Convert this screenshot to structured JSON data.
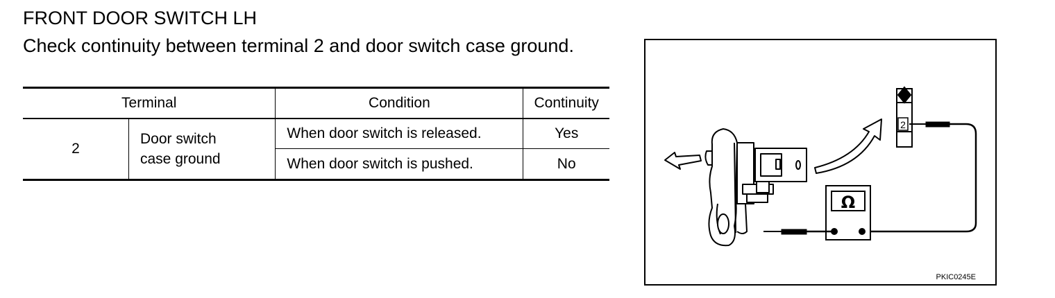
{
  "heading": {
    "title": "FRONT DOOR SWITCH LH",
    "instruction": "Check continuity between terminal 2 and door switch case ground."
  },
  "table": {
    "headers": {
      "terminal": "Terminal",
      "condition": "Condition",
      "continuity": "Continuity"
    },
    "terminal_number": "2",
    "terminal_ground_line1": "Door switch",
    "terminal_ground_line2": "case ground",
    "rows": [
      {
        "condition": "When door switch is released.",
        "continuity": "Yes"
      },
      {
        "condition": "When door switch is pushed.",
        "continuity": "No"
      }
    ]
  },
  "figure": {
    "terminal_label": "2",
    "meter_symbol": "Ω",
    "code": "PKIC0245E",
    "icons": [
      "door-switch-icon",
      "connector-icon",
      "ohmmeter-icon",
      "push-arrow-icon",
      "curved-arrow-icon"
    ]
  }
}
